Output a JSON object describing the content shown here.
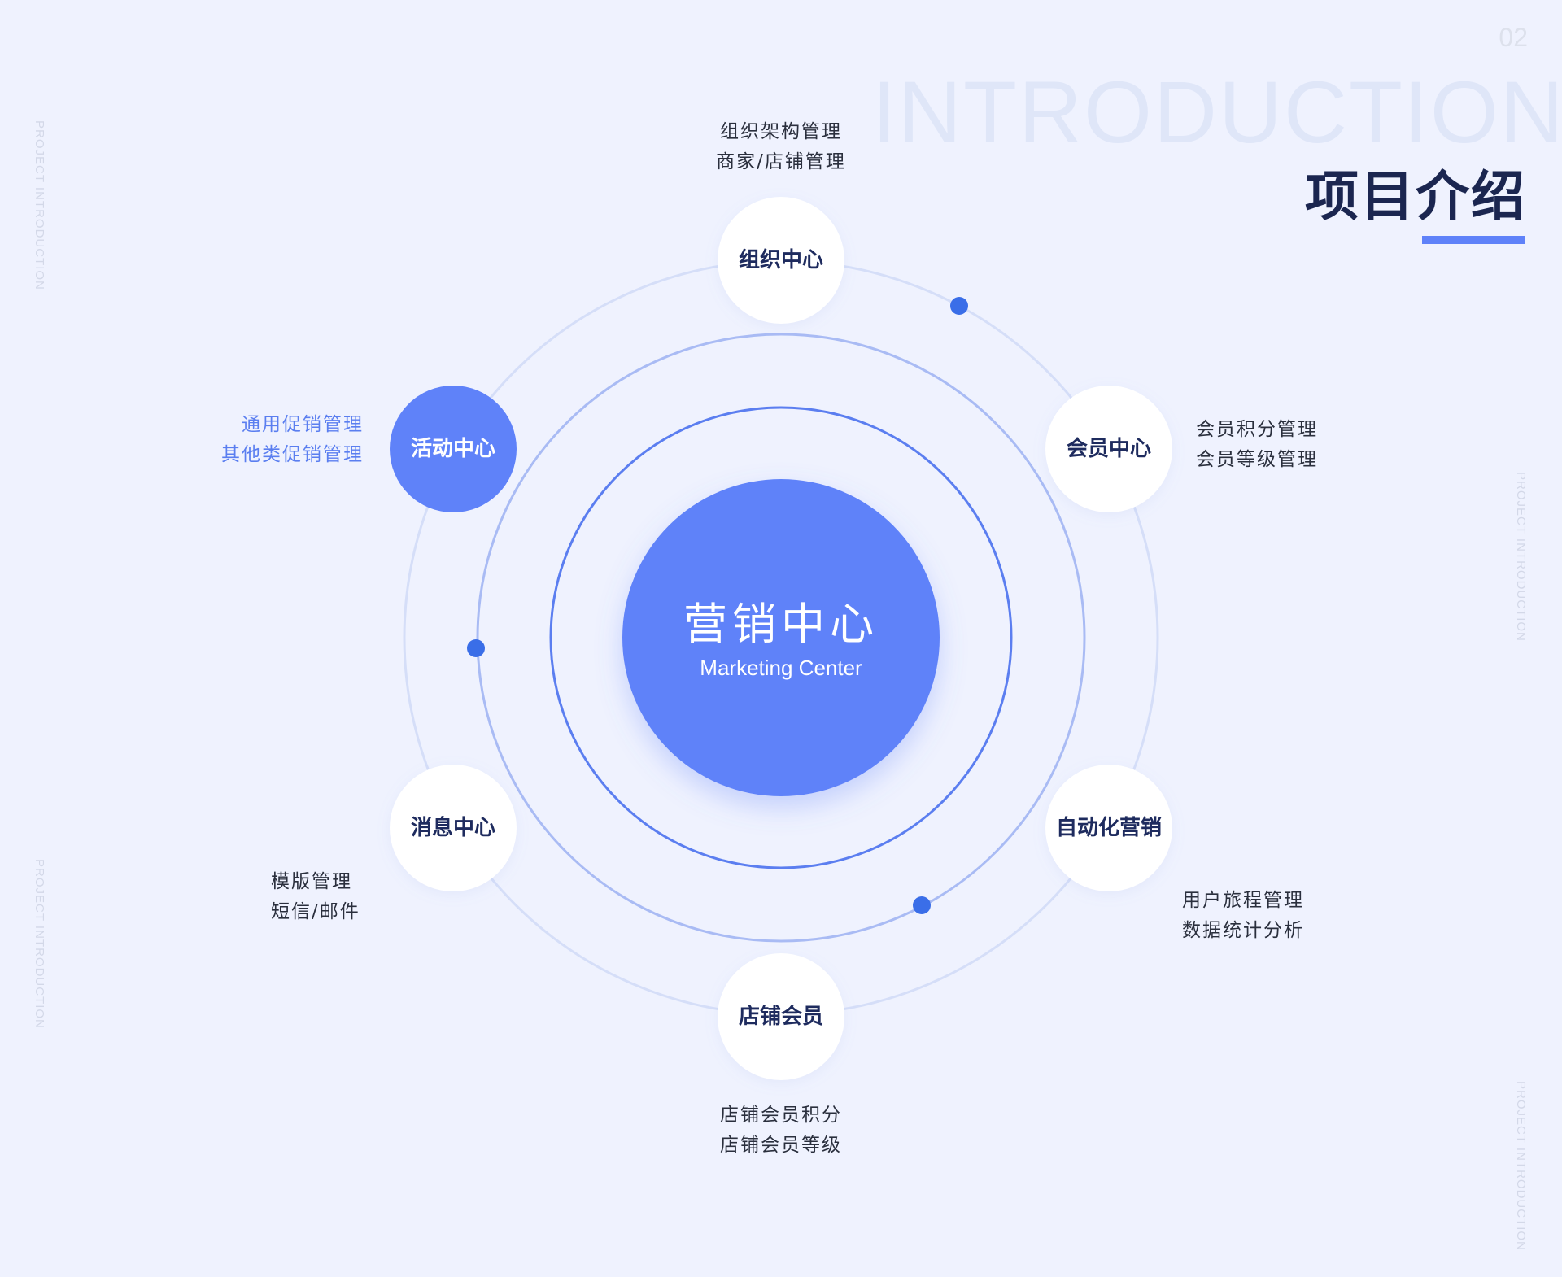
{
  "page_number": "02",
  "watermark": "INTRODUCTION",
  "title": "项目介绍",
  "side_text": "PROJECT INTRODUCTION",
  "center": {
    "title": "营销中心",
    "subtitle": "Marketing Center"
  },
  "nodes": [
    {
      "label": "组织中心",
      "items": [
        "组织架构管理",
        "商家/店铺管理"
      ]
    },
    {
      "label": "活动中心",
      "items": [
        "通用促销管理",
        "其他类促销管理"
      ],
      "active": true
    },
    {
      "label": "会员中心",
      "items": [
        "会员积分管理",
        "会员等级管理"
      ]
    },
    {
      "label": "消息中心",
      "items": [
        "模版管理",
        "短信/邮件"
      ]
    },
    {
      "label": "自动化营销",
      "items": [
        "用户旅程管理",
        "数据统计分析"
      ]
    },
    {
      "label": "店铺会员",
      "items": [
        "店铺会员积分",
        "店铺会员等级"
      ]
    }
  ],
  "colors": {
    "background": "#eff2fe",
    "accent": "#5f82f9",
    "dot": "#3a6ee8",
    "title": "#1b2650"
  }
}
